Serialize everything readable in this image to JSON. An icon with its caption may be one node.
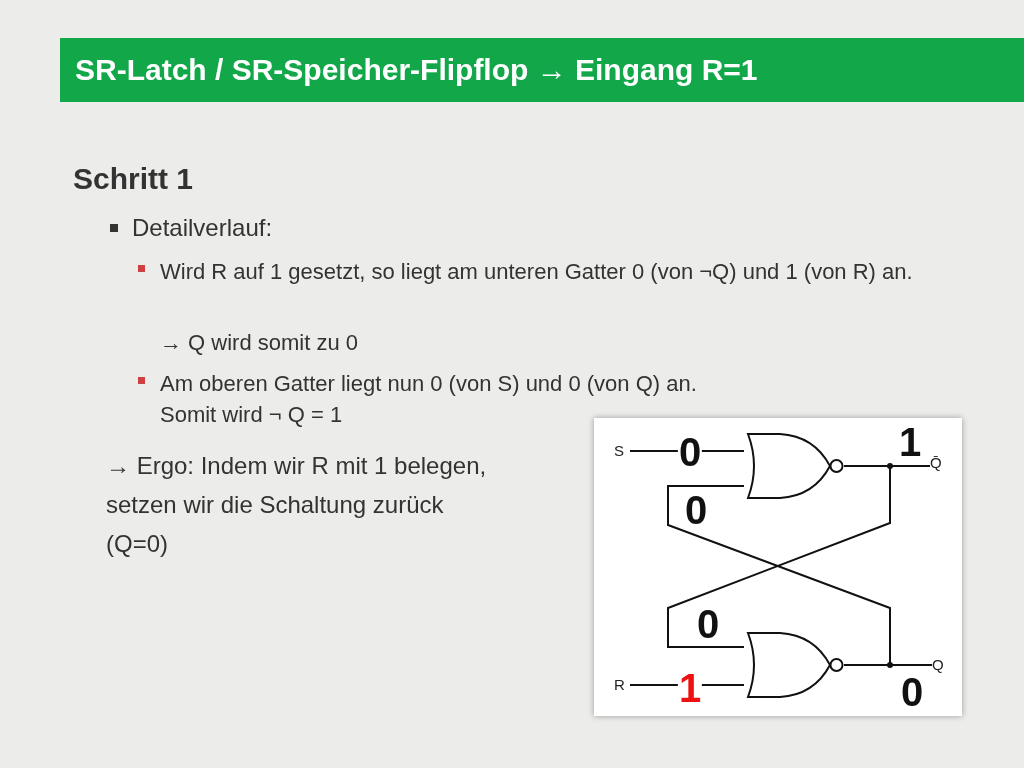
{
  "diagram": {
    "title": "SR-Latch / SR-Speicher-Flipflop → Eingang R=1",
    "nodes": [
      {
        "text": [
          "S"
        ]
      },
      {
        "text": [],
        "shape": "gate"
      },
      {
        "text": [
          "Q̄"
        ]
      },
      {
        "text": [
          "R"
        ]
      },
      {
        "text": [],
        "shape": "gate"
      },
      {
        "text": [
          "Q"
        ]
      }
    ],
    "edges": [
      {
        "from": 0,
        "to": 1,
        "arrow": "none",
        "label": "0"
      },
      {
        "from": 1,
        "to": 2,
        "arrow": "none",
        "label": "1"
      },
      {
        "from": 4,
        "to": 1,
        "arrow": "none",
        "label": "0"
      },
      {
        "from": 1,
        "to": 4,
        "arrow": "none",
        "label": "0"
      },
      {
        "from": 3,
        "to": 4,
        "arrow": "none",
        "label": "1"
      },
      {
        "from": 4,
        "to": 5,
        "arrow": "none",
        "label": "0"
      }
    ],
    "labels": [
      "Schritt 1",
      "Detailverlauf:",
      "Wird R auf 1 gesetzt, so liegt am unteren Gatter 0 (von ¬Q) und 1 (von R) an.",
      "→ Q wird somit zu 0",
      "Am oberen Gatter liegt nun 0 (von S) und 0 (von Q) an.",
      "Somit wird ¬ Q = 1",
      "→ Ergo: Indem wir R mit 1 belegen, setzen wir die Schaltung zurück (Q=0)"
    ]
  }
}
